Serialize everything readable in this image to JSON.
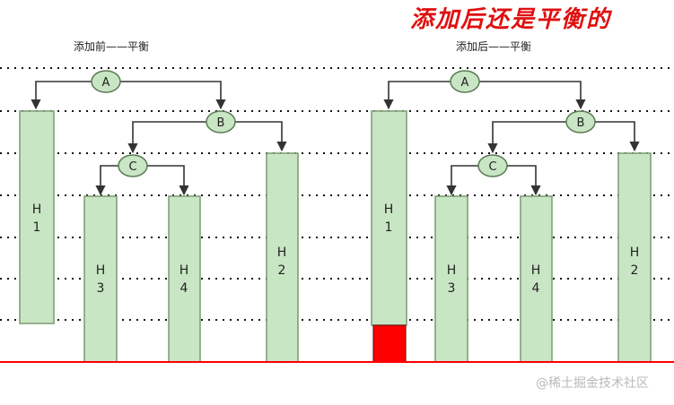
{
  "title": "添加后还是平衡的",
  "watermark": "@稀土掘金技术社区",
  "colors": {
    "title": "#e01010",
    "bar_fill": "#c9e6c4",
    "bar_stroke": "#7a9a72",
    "node_fill": "#c9e6c4",
    "node_stroke": "#5c7a55",
    "edge": "#333333",
    "added_block": "#ff0000",
    "baseline": "#ff0000",
    "grid_line": "#111111"
  },
  "panels": [
    {
      "caption": "添加前——平衡",
      "nodes": [
        {
          "id": "A",
          "label": "A"
        },
        {
          "id": "B",
          "label": "B"
        },
        {
          "id": "C",
          "label": "C"
        }
      ],
      "bars": [
        {
          "id": "H1",
          "label": "H1"
        },
        {
          "id": "H3",
          "label": "H3"
        },
        {
          "id": "H4",
          "label": "H4"
        },
        {
          "id": "H2",
          "label": "H2"
        }
      ],
      "edges": [
        {
          "from": "A",
          "to": "H1"
        },
        {
          "from": "A",
          "to": "B"
        },
        {
          "from": "B",
          "to": "C"
        },
        {
          "from": "B",
          "to": "H2"
        },
        {
          "from": "C",
          "to": "H3"
        },
        {
          "from": "C",
          "to": "H4"
        }
      ],
      "added_block": false
    },
    {
      "caption": "添加后——平衡",
      "nodes": [
        {
          "id": "A",
          "label": "A"
        },
        {
          "id": "B",
          "label": "B"
        },
        {
          "id": "C",
          "label": "C"
        }
      ],
      "bars": [
        {
          "id": "H1",
          "label": "H1"
        },
        {
          "id": "H3",
          "label": "H3"
        },
        {
          "id": "H4",
          "label": "H4"
        },
        {
          "id": "H2",
          "label": "H2"
        }
      ],
      "edges": [
        {
          "from": "A",
          "to": "H1"
        },
        {
          "from": "A",
          "to": "B"
        },
        {
          "from": "B",
          "to": "C"
        },
        {
          "from": "B",
          "to": "H2"
        },
        {
          "from": "C",
          "to": "H3"
        },
        {
          "from": "C",
          "to": "H4"
        }
      ],
      "added_block": true
    }
  ]
}
